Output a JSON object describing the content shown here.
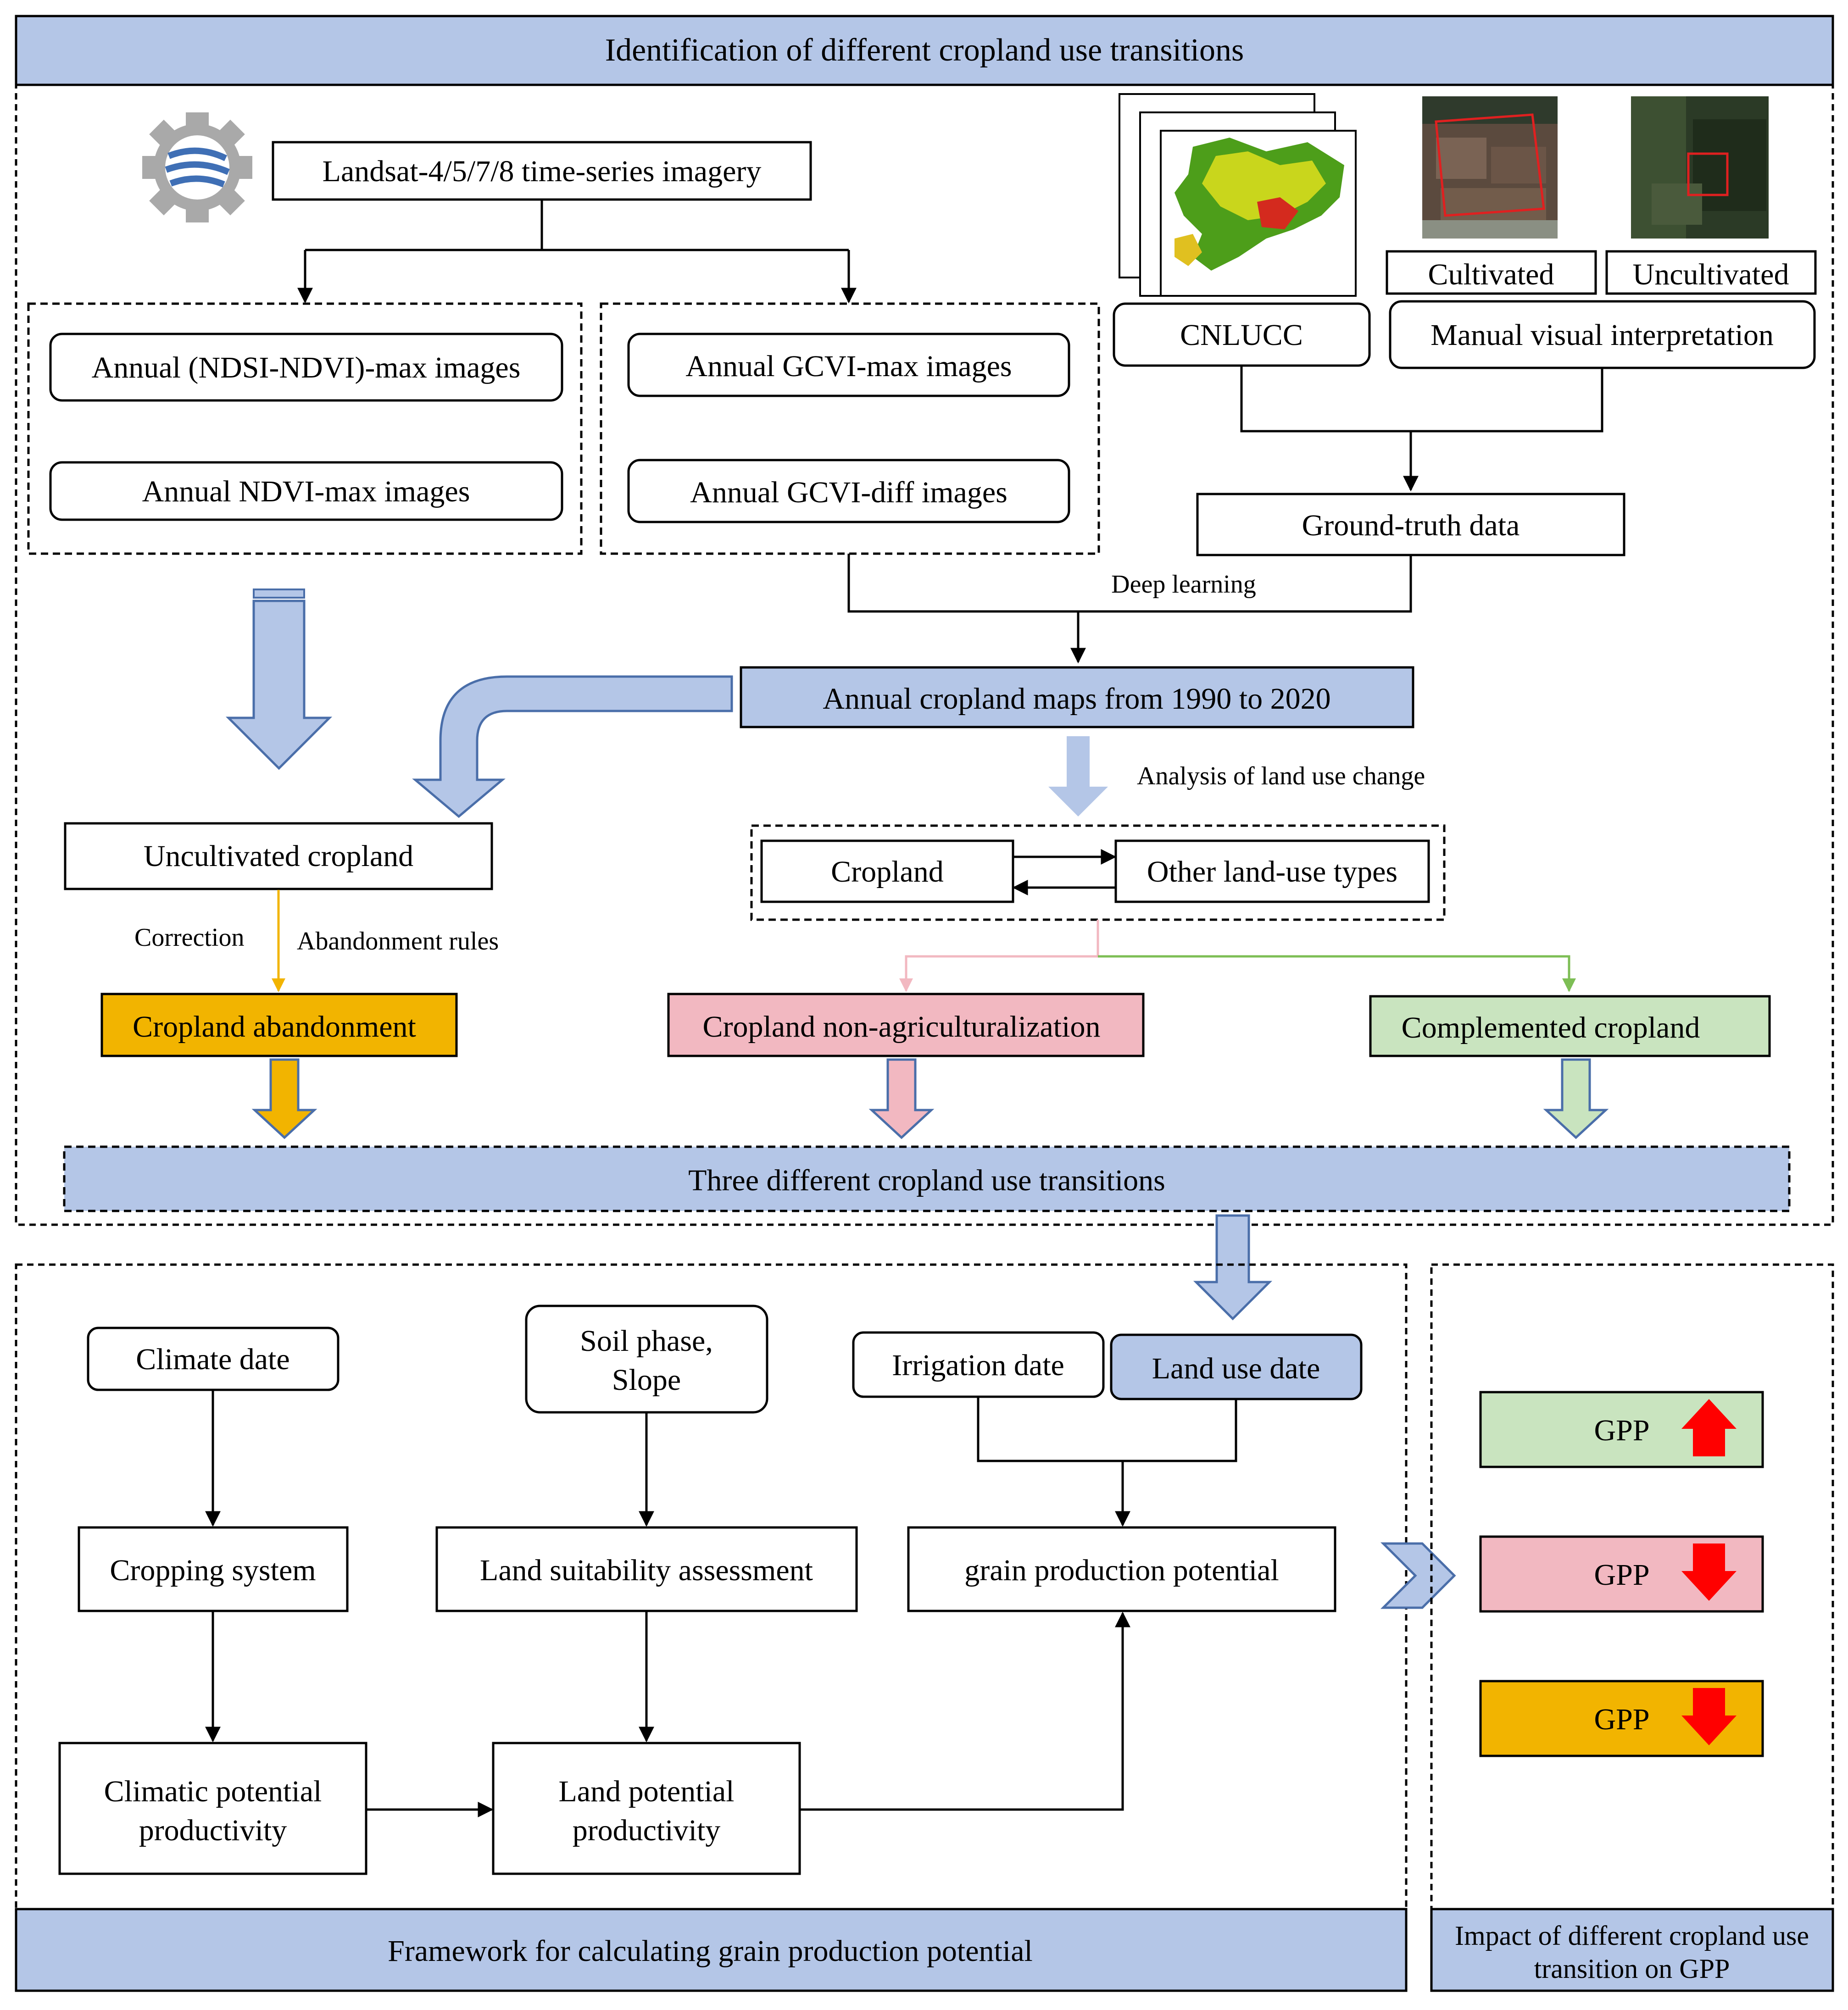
{
  "section1": {
    "title": "Identification of different cropland use transitions",
    "landsat": "Landsat-4/5/7/8 time-series imagery",
    "left_group": [
      "Annual (NDSI-NDVI)-max images",
      "Annual NDVI-max images"
    ],
    "right_group": [
      "Annual GCVI-max images",
      "Annual GCVI-diff images"
    ],
    "cnlucc": "CNLUCC",
    "cultivated": "Cultivated",
    "uncultivated": "Uncultivated",
    "manual": "Manual visual interpretation",
    "ground_truth": "Ground-truth data",
    "deep_learning": "Deep learning",
    "annual_maps": "Annual cropland maps from 1990 to 2020",
    "analysis": "Analysis of land use change",
    "uncultivated_cropland": "Uncultivated cropland",
    "correction": "Correction",
    "abandonment_rules": "Abandonment rules",
    "cropland": "Cropland",
    "other_types": "Other land-use types",
    "abandonment": "Cropland abandonment",
    "non_agri": "Cropland non-agriculturalization",
    "complemented": "Complemented cropland",
    "three_transitions": "Three different cropland use transitions"
  },
  "section2": {
    "title": "Framework for calculating grain production potential",
    "climate": "Climate date",
    "soil_line1": "Soil phase,",
    "soil_line2": "Slope",
    "irrigation": "Irrigation date",
    "landuse": "Land use date",
    "cropping": "Cropping system",
    "suitability": "Land suitability assessment",
    "grain": "grain production potential",
    "climatic_line1": "Climatic potential",
    "climatic_line2": "productivity",
    "land_line1": "Land potential",
    "land_line2": "productivity"
  },
  "section3": {
    "title_line1": "Impact of different cropland use",
    "title_line2": "transition on GPP",
    "gpp": [
      {
        "label": "GPP",
        "direction": "up",
        "color": "#c9e4bf"
      },
      {
        "label": "GPP",
        "direction": "down",
        "color": "#f2b8c1"
      },
      {
        "label": "GPP",
        "direction": "down",
        "color": "#f2b400"
      }
    ]
  },
  "colors": {
    "header_blue": "#b4c6e7",
    "arrow_blue": "#b4c6e7",
    "abandonment": "#f2b400",
    "non_agri": "#f2b8c1",
    "complemented": "#c9e4bf",
    "gpp_arrow": "#ff0000"
  }
}
